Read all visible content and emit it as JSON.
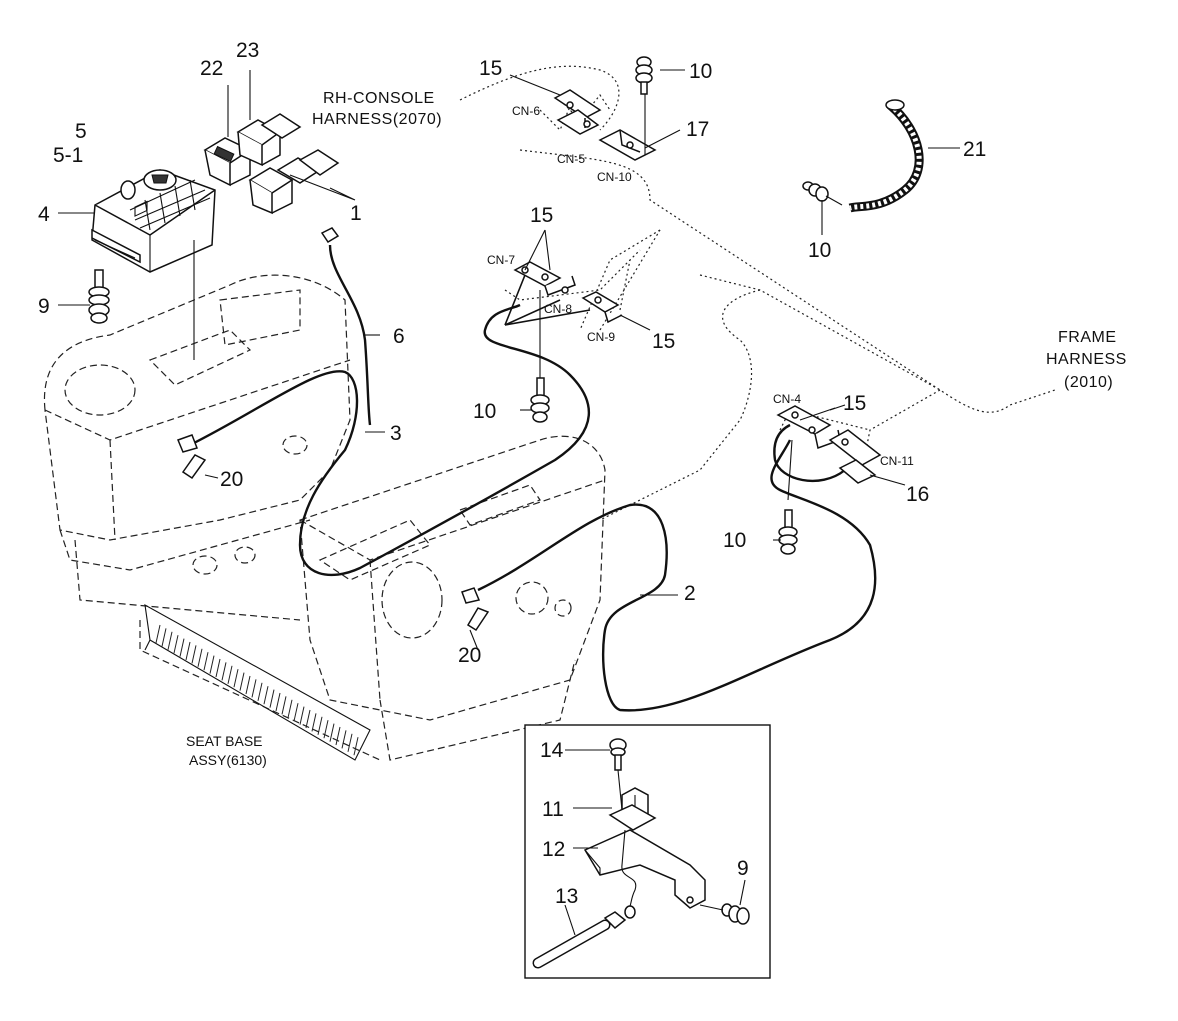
{
  "callouts": {
    "c1": "1",
    "c2": "2",
    "c3": "3",
    "c4": "4",
    "c5": "5",
    "c5_1": "5-1",
    "c6": "6",
    "c9a": "9",
    "c9b": "9",
    "c10a": "10",
    "c10b": "10",
    "c10c": "10",
    "c10d": "10",
    "c11": "11",
    "c12": "12",
    "c13": "13",
    "c14": "14",
    "c15a": "15",
    "c15b": "15",
    "c15c": "15",
    "c15d": "15",
    "c16": "16",
    "c17": "17",
    "c20a": "20",
    "c20b": "20",
    "c21": "21",
    "c22": "22",
    "c23": "23"
  },
  "connectors": {
    "cn4": "CN-4",
    "cn5": "CN-5",
    "cn6": "CN-6",
    "cn7": "CN-7",
    "cn8": "CN-8",
    "cn9": "CN-9",
    "cn10": "CN-10",
    "cn11": "CN-11"
  },
  "references": {
    "rh_console_1": "RH-CONSOLE",
    "rh_console_2": "HARNESS(2070)",
    "frame_1": "FRAME",
    "frame_2": "HARNESS",
    "frame_3": "(2010)",
    "seat_base_1": "SEAT BASE",
    "seat_base_2": "ASSY(6130)"
  }
}
